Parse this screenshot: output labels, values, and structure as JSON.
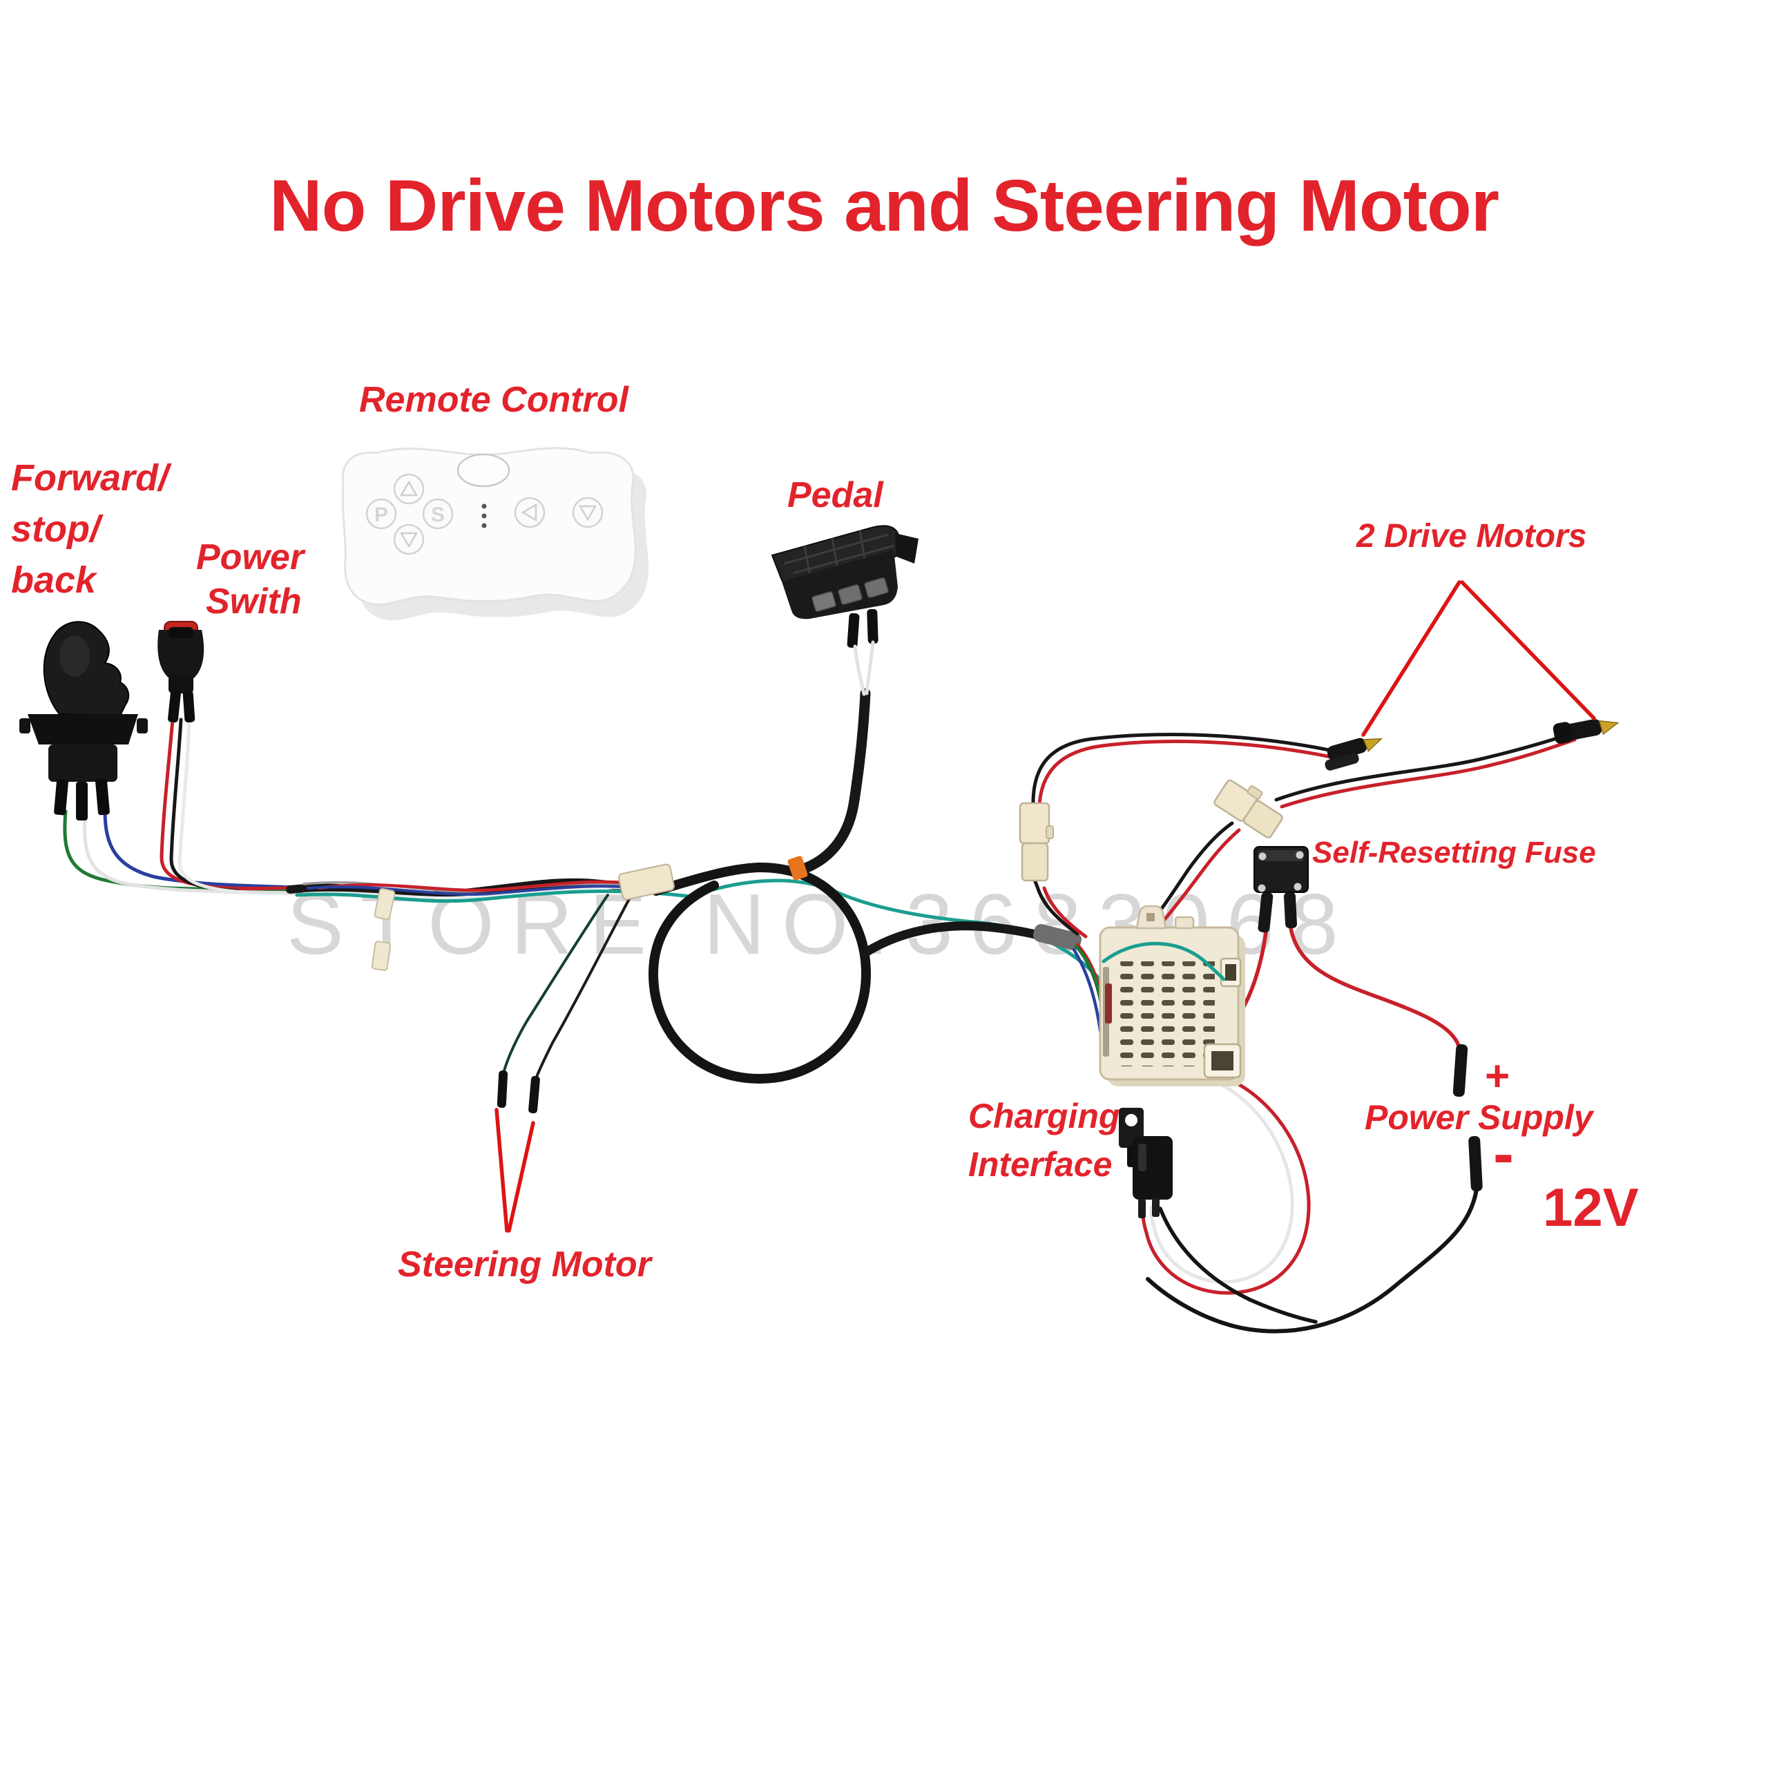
{
  "title": {
    "text": "No Drive Motors and Steering Motor"
  },
  "watermark": {
    "text": "STORE NO.3683068"
  },
  "colors": {
    "label_red": "#e2232b",
    "pointer_red": "#dd1414",
    "wire_red": "#c8202a",
    "wire_black": "#171717",
    "wire_white": "#e6e6e6",
    "wire_teal": "#1a9e8f",
    "wire_green": "#1f7a33",
    "wire_blue": "#2a3f9f",
    "connector_cream": "#efe6cc",
    "controller_cream": "#f0e9d6",
    "watermark_gray": "#d3d3d3"
  },
  "labels": {
    "remote_control": "Remote Control",
    "forward_stop_back": {
      "line1": "Forward/",
      "line2": "stop/",
      "line3": "back"
    },
    "power_switch": {
      "line1": "Power",
      "line2": "Swith"
    },
    "pedal": "Pedal",
    "drive_motors": "2 Drive Motors",
    "fuse": "Self-Resetting Fuse",
    "charging": {
      "line1": "Charging",
      "line2": "Interface"
    },
    "power_supply": "Power Supply",
    "plus": "+",
    "minus": "-",
    "voltage": "12V",
    "steering_motor": "Steering Motor"
  },
  "remote": {
    "button_p": "P",
    "button_s": "S"
  }
}
